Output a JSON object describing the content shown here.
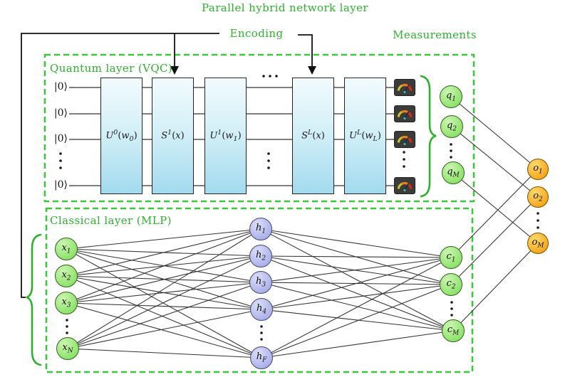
{
  "title": "Parallel hybrid network layer",
  "labels": {
    "encoding": "Encoding",
    "measurements": "Measurements",
    "quantum_layer": "Quantum layer (VQC)",
    "classical_layer": "Classical layer (MLP)",
    "ket": "|0⟩"
  },
  "quantum": {
    "gates": [
      {
        "pre": "U",
        "sup": "0",
        "open": "(",
        "arg": "w",
        "sub": "0",
        "close": ")"
      },
      {
        "pre": "S",
        "sup": "1",
        "open": "(",
        "arg": "x",
        "sub": "",
        "close": ")"
      },
      {
        "pre": "U",
        "sup": "1",
        "open": "(",
        "arg": "w",
        "sub": "1",
        "close": ")"
      },
      {
        "pre": "S",
        "sup": "L",
        "open": "(",
        "arg": "x",
        "sub": "",
        "close": ")"
      },
      {
        "pre": "U",
        "sup": "L",
        "open": "(",
        "arg": "w",
        "sub": "L",
        "close": ")"
      }
    ],
    "qubit_outputs": [
      {
        "base": "q",
        "sub": "1"
      },
      {
        "base": "q",
        "sub": "2"
      },
      {
        "base": "q",
        "sub": "M"
      }
    ]
  },
  "classical": {
    "inputs": [
      {
        "base": "x",
        "sub": "1"
      },
      {
        "base": "x",
        "sub": "2"
      },
      {
        "base": "x",
        "sub": "3"
      },
      {
        "base": "x",
        "sub": "N"
      }
    ],
    "hidden": [
      {
        "base": "h",
        "sub": "1"
      },
      {
        "base": "h",
        "sub": "2"
      },
      {
        "base": "h",
        "sub": "3"
      },
      {
        "base": "h",
        "sub": "4"
      },
      {
        "base": "h",
        "sub": "F"
      }
    ],
    "outputs": [
      {
        "base": "c",
        "sub": "1"
      },
      {
        "base": "c",
        "sub": "2"
      },
      {
        "base": "c",
        "sub": "M"
      }
    ]
  },
  "final_outputs": [
    {
      "base": "o",
      "sub": "1"
    },
    {
      "base": "o",
      "sub": "2"
    },
    {
      "base": "o",
      "sub": "M"
    }
  ],
  "colors": {
    "label_green": "#2eb02e",
    "dashed_border_green": "#3ec43e",
    "node_green": "#8ce26a",
    "node_lavender": "#a8aee9",
    "node_orange": "#f2a51a",
    "gate_gradient_top": "#f2fbfd",
    "gate_gradient_bottom": "#a2daee",
    "meter_background": "#3b3b3b",
    "connection_line": "#333333"
  }
}
